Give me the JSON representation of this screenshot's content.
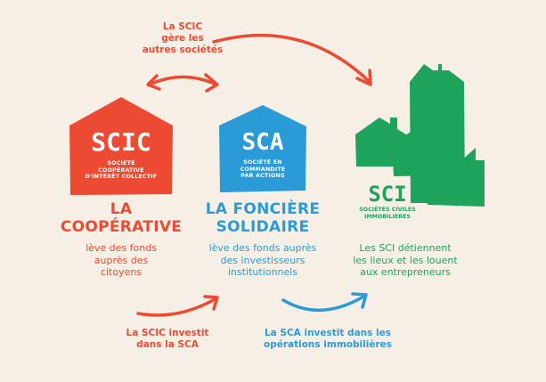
{
  "top_note": [
    "La SCIC",
    "gère les",
    "autres sociétés"
  ],
  "scic": {
    "badge": "SCIC",
    "badge_sub": [
      "SOCIÉTÉ",
      "COOPÉRATIVE",
      "D'INTÉRÊT COLLECTIF"
    ],
    "heading": [
      "LA",
      "COOPÉRATIVE"
    ],
    "desc": [
      "lève des fonds",
      "auprès des",
      "citoyens"
    ],
    "color": "#ec4a32"
  },
  "sca": {
    "badge": "SCA",
    "badge_sub": [
      "SOCIÉTÉ EN",
      "COMMANDITE",
      "PAR ACTIONS"
    ],
    "heading": [
      "LA FONCIÈRE",
      "SOLIDAIRE"
    ],
    "desc": [
      "lève des fonds auprès",
      "des investisseurs",
      "institutionnels"
    ],
    "color": "#2b9bd7"
  },
  "sci": {
    "badge": "SCI",
    "badge_sub": [
      "SOCIÉTÉS CIVILES",
      "IMMOBILIÈRES"
    ],
    "desc": [
      "Les SCI détiennent",
      "les lieux et les louent",
      "aux entrepreneurs"
    ],
    "color": "#1ea45a",
    "icons": [
      "house-icon",
      "tall-building-icon",
      "factory-icon"
    ]
  },
  "bottom_notes": {
    "left": [
      "La SCIC investit",
      "dans la SCA"
    ],
    "right": [
      "La SCA investit dans les",
      "opérations immobilières"
    ]
  },
  "colors": {
    "background": "#f6efe5",
    "red": "#ec4a32",
    "blue": "#2b9bd7",
    "green": "#1ea45a"
  }
}
